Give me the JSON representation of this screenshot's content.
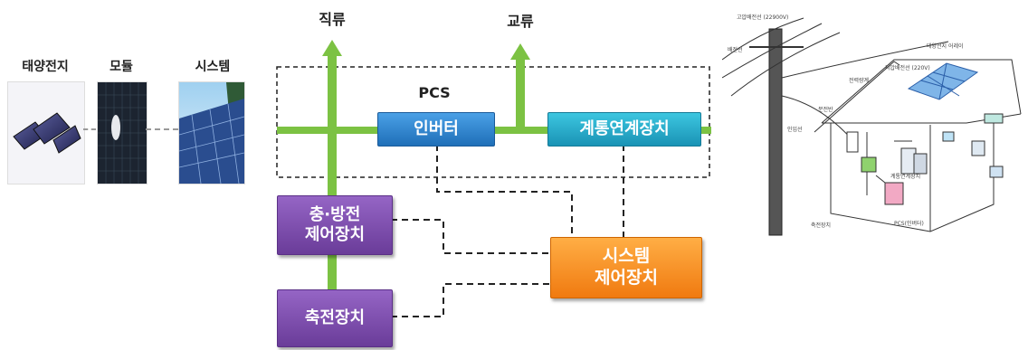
{
  "left": {
    "cell_label": "태양전지",
    "module_label": "모듈",
    "system_label": "시스템"
  },
  "diagram": {
    "dc_label": "직류",
    "ac_label": "교류",
    "pcs_label": "PCS",
    "inverter": "인버터",
    "grid_connection": "계통연계장치",
    "charge_control": "충·방전\n제어장치",
    "storage": "축전장치",
    "system_control": "시스템\n제어장치"
  },
  "house": {
    "labels": [
      "고압배전선 (22900V)",
      "저압배전선 (220V)",
      "전력량계",
      "태양전지 어레이",
      "분전반",
      "인입선",
      "PCS(인버터)",
      "축전장치",
      "계통연계장치",
      "배전선"
    ]
  },
  "colors": {
    "green": "#7cc243",
    "blue": "#2a7fcf",
    "teal": "#25aacb",
    "purple": "#7b4bb0",
    "orange": "#f58a1f"
  }
}
